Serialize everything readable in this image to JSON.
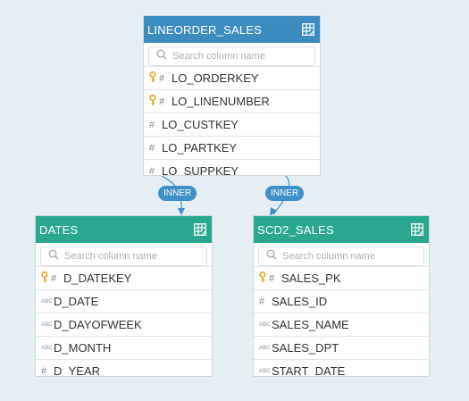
{
  "search_placeholder": "Search column name",
  "fact_table": {
    "title": "LINEORDER_SALES",
    "columns": [
      {
        "name": "LO_ORDERKEY",
        "type": "#",
        "pk": true
      },
      {
        "name": "LO_LINENUMBER",
        "type": "#",
        "pk": true
      },
      {
        "name": "LO_CUSTKEY",
        "type": "#",
        "pk": false
      },
      {
        "name": "LO_PARTKEY",
        "type": "#",
        "pk": false
      },
      {
        "name": "LO_SUPPKEY",
        "type": "#",
        "pk": false
      }
    ]
  },
  "dates_table": {
    "title": "DATES",
    "columns": [
      {
        "name": "D_DATEKEY",
        "type": "#",
        "pk": true
      },
      {
        "name": "D_DATE",
        "type": "ABC",
        "pk": false
      },
      {
        "name": "D_DAYOFWEEK",
        "type": "ABC",
        "pk": false
      },
      {
        "name": "D_MONTH",
        "type": "ABC",
        "pk": false
      },
      {
        "name": "D_YEAR",
        "type": "#",
        "pk": false
      }
    ]
  },
  "scd2_table": {
    "title": "SCD2_SALES",
    "columns": [
      {
        "name": "SALES_PK",
        "type": "#",
        "pk": true
      },
      {
        "name": "SALES_ID",
        "type": "#",
        "pk": false
      },
      {
        "name": "SALES_NAME",
        "type": "ABC",
        "pk": false
      },
      {
        "name": "SALES_DPT",
        "type": "ABC",
        "pk": false
      },
      {
        "name": "START_DATE",
        "type": "ABC",
        "pk": false
      }
    ]
  },
  "joins": [
    {
      "label": "INNER"
    },
    {
      "label": "INNER"
    }
  ],
  "colors": {
    "fact_header": "#3d8cc0",
    "dim_header": "#2aa88f",
    "join": "#3f90c6",
    "key": "#e8a21a"
  }
}
